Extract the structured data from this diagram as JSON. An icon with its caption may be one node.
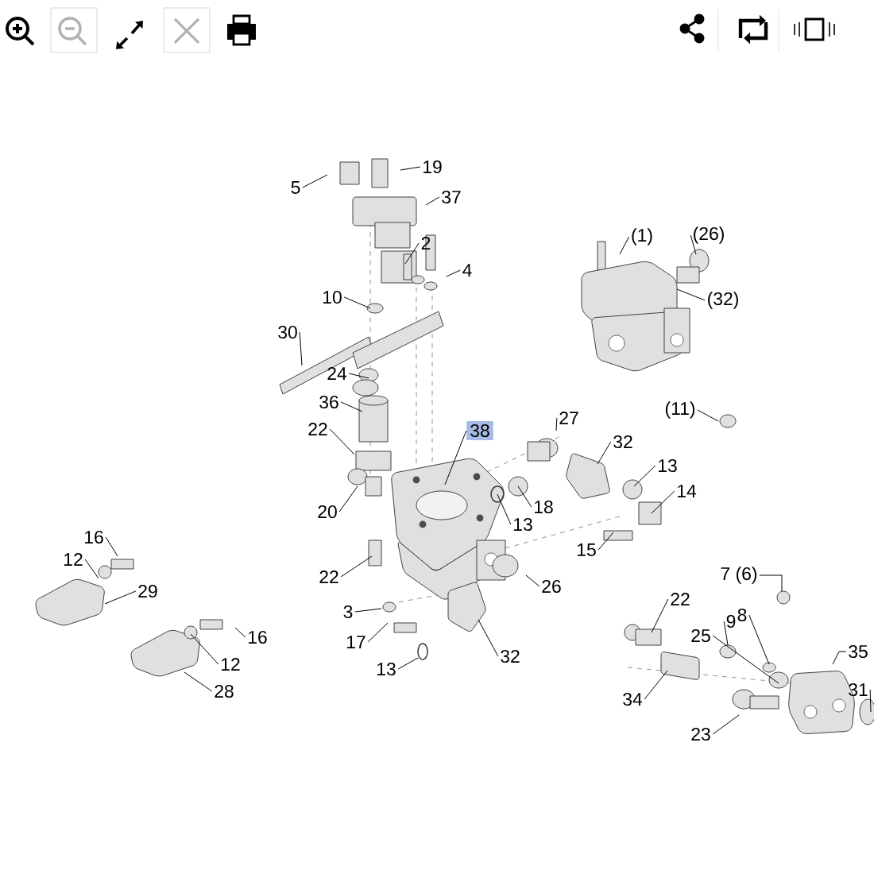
{
  "diagram": {
    "nodes": [
      {
        "text": [
          "5"
        ]
      },
      {
        "text": [
          "19"
        ]
      },
      {
        "text": [
          "37"
        ]
      },
      {
        "text": [
          "2"
        ]
      },
      {
        "text": [
          "4"
        ]
      },
      {
        "text": [
          "10"
        ]
      },
      {
        "text": [
          "30"
        ]
      },
      {
        "text": [
          "24"
        ]
      },
      {
        "text": [
          "36"
        ]
      },
      {
        "text": [
          "22"
        ]
      },
      {
        "text": [
          "38"
        ]
      },
      {
        "text": [
          "20"
        ]
      },
      {
        "text": [
          "27"
        ]
      },
      {
        "text": [
          "32"
        ]
      },
      {
        "text": [
          "18"
        ]
      },
      {
        "text": [
          "13"
        ]
      },
      {
        "text": [
          "13"
        ]
      },
      {
        "text": [
          "14"
        ]
      },
      {
        "text": [
          "15"
        ]
      },
      {
        "text": [
          "22"
        ]
      },
      {
        "text": [
          "26"
        ]
      },
      {
        "text": [
          "3"
        ]
      },
      {
        "text": [
          "17"
        ]
      },
      {
        "text": [
          "13"
        ]
      },
      {
        "text": [
          "32"
        ]
      },
      {
        "text": [
          "16"
        ]
      },
      {
        "text": [
          "12"
        ]
      },
      {
        "text": [
          "29"
        ]
      },
      {
        "text": [
          "16"
        ]
      },
      {
        "text": [
          "12"
        ]
      },
      {
        "text": [
          "28"
        ]
      },
      {
        "text": [
          "(1)"
        ]
      },
      {
        "text": [
          "(26)"
        ]
      },
      {
        "text": [
          "(32)"
        ]
      },
      {
        "text": [
          "(11)"
        ]
      },
      {
        "text": [
          "22"
        ]
      },
      {
        "text": [
          "7 (6)"
        ]
      },
      {
        "text": [
          "8"
        ]
      },
      {
        "text": [
          "9"
        ]
      },
      {
        "text": [
          "25"
        ]
      },
      {
        "text": [
          "35"
        ]
      },
      {
        "text": [
          "31"
        ]
      },
      {
        "text": [
          "34"
        ]
      },
      {
        "text": [
          "23"
        ]
      }
    ],
    "edges": [
      {
        "from": 0,
        "to": null,
        "arrow": "none"
      },
      {
        "from": 1,
        "to": null,
        "arrow": "none"
      },
      {
        "from": 2,
        "to": null,
        "arrow": "none"
      },
      {
        "from": 3,
        "to": null,
        "arrow": "none"
      },
      {
        "from": 4,
        "to": null,
        "arrow": "none"
      },
      {
        "from": 5,
        "to": null,
        "arrow": "none"
      },
      {
        "from": 6,
        "to": null,
        "arrow": "none"
      },
      {
        "from": 7,
        "to": null,
        "arrow": "none"
      },
      {
        "from": 8,
        "to": null,
        "arrow": "none"
      },
      {
        "from": 9,
        "to": null,
        "arrow": "none"
      },
      {
        "from": 10,
        "to": null,
        "arrow": "none"
      },
      {
        "from": 11,
        "to": null,
        "arrow": "none"
      },
      {
        "from": 12,
        "to": null,
        "arrow": "none"
      },
      {
        "from": 13,
        "to": null,
        "arrow": "none"
      },
      {
        "from": 14,
        "to": null,
        "arrow": "none"
      },
      {
        "from": 15,
        "to": null,
        "arrow": "none"
      },
      {
        "from": 16,
        "to": null,
        "arrow": "none"
      },
      {
        "from": 17,
        "to": null,
        "arrow": "none"
      },
      {
        "from": 18,
        "to": null,
        "arrow": "none"
      },
      {
        "from": 19,
        "to": null,
        "arrow": "none"
      },
      {
        "from": 20,
        "to": null,
        "arrow": "none"
      },
      {
        "from": 21,
        "to": null,
        "arrow": "none"
      },
      {
        "from": 22,
        "to": null,
        "arrow": "none"
      },
      {
        "from": 23,
        "to": null,
        "arrow": "none"
      },
      {
        "from": 24,
        "to": null,
        "arrow": "none"
      },
      {
        "from": 25,
        "to": null,
        "arrow": "none"
      },
      {
        "from": 26,
        "to": null,
        "arrow": "none"
      },
      {
        "from": 27,
        "to": null,
        "arrow": "none"
      },
      {
        "from": 28,
        "to": null,
        "arrow": "none"
      },
      {
        "from": 29,
        "to": null,
        "arrow": "none"
      },
      {
        "from": 30,
        "to": null,
        "arrow": "none"
      },
      {
        "from": 31,
        "to": null,
        "arrow": "none"
      },
      {
        "from": 32,
        "to": null,
        "arrow": "none"
      },
      {
        "from": 33,
        "to": null,
        "arrow": "none"
      },
      {
        "from": 34,
        "to": null,
        "arrow": "none"
      },
      {
        "from": 35,
        "to": null,
        "arrow": "none"
      },
      {
        "from": 36,
        "to": null,
        "arrow": "none"
      },
      {
        "from": 37,
        "to": null,
        "arrow": "none"
      },
      {
        "from": 38,
        "to": null,
        "arrow": "none"
      },
      {
        "from": 39,
        "to": null,
        "arrow": "none"
      },
      {
        "from": 40,
        "to": null,
        "arrow": "none"
      },
      {
        "from": 41,
        "to": null,
        "arrow": "none"
      },
      {
        "from": 42,
        "to": null,
        "arrow": "none"
      },
      {
        "from": 43,
        "to": null,
        "arrow": "none"
      }
    ]
  }
}
